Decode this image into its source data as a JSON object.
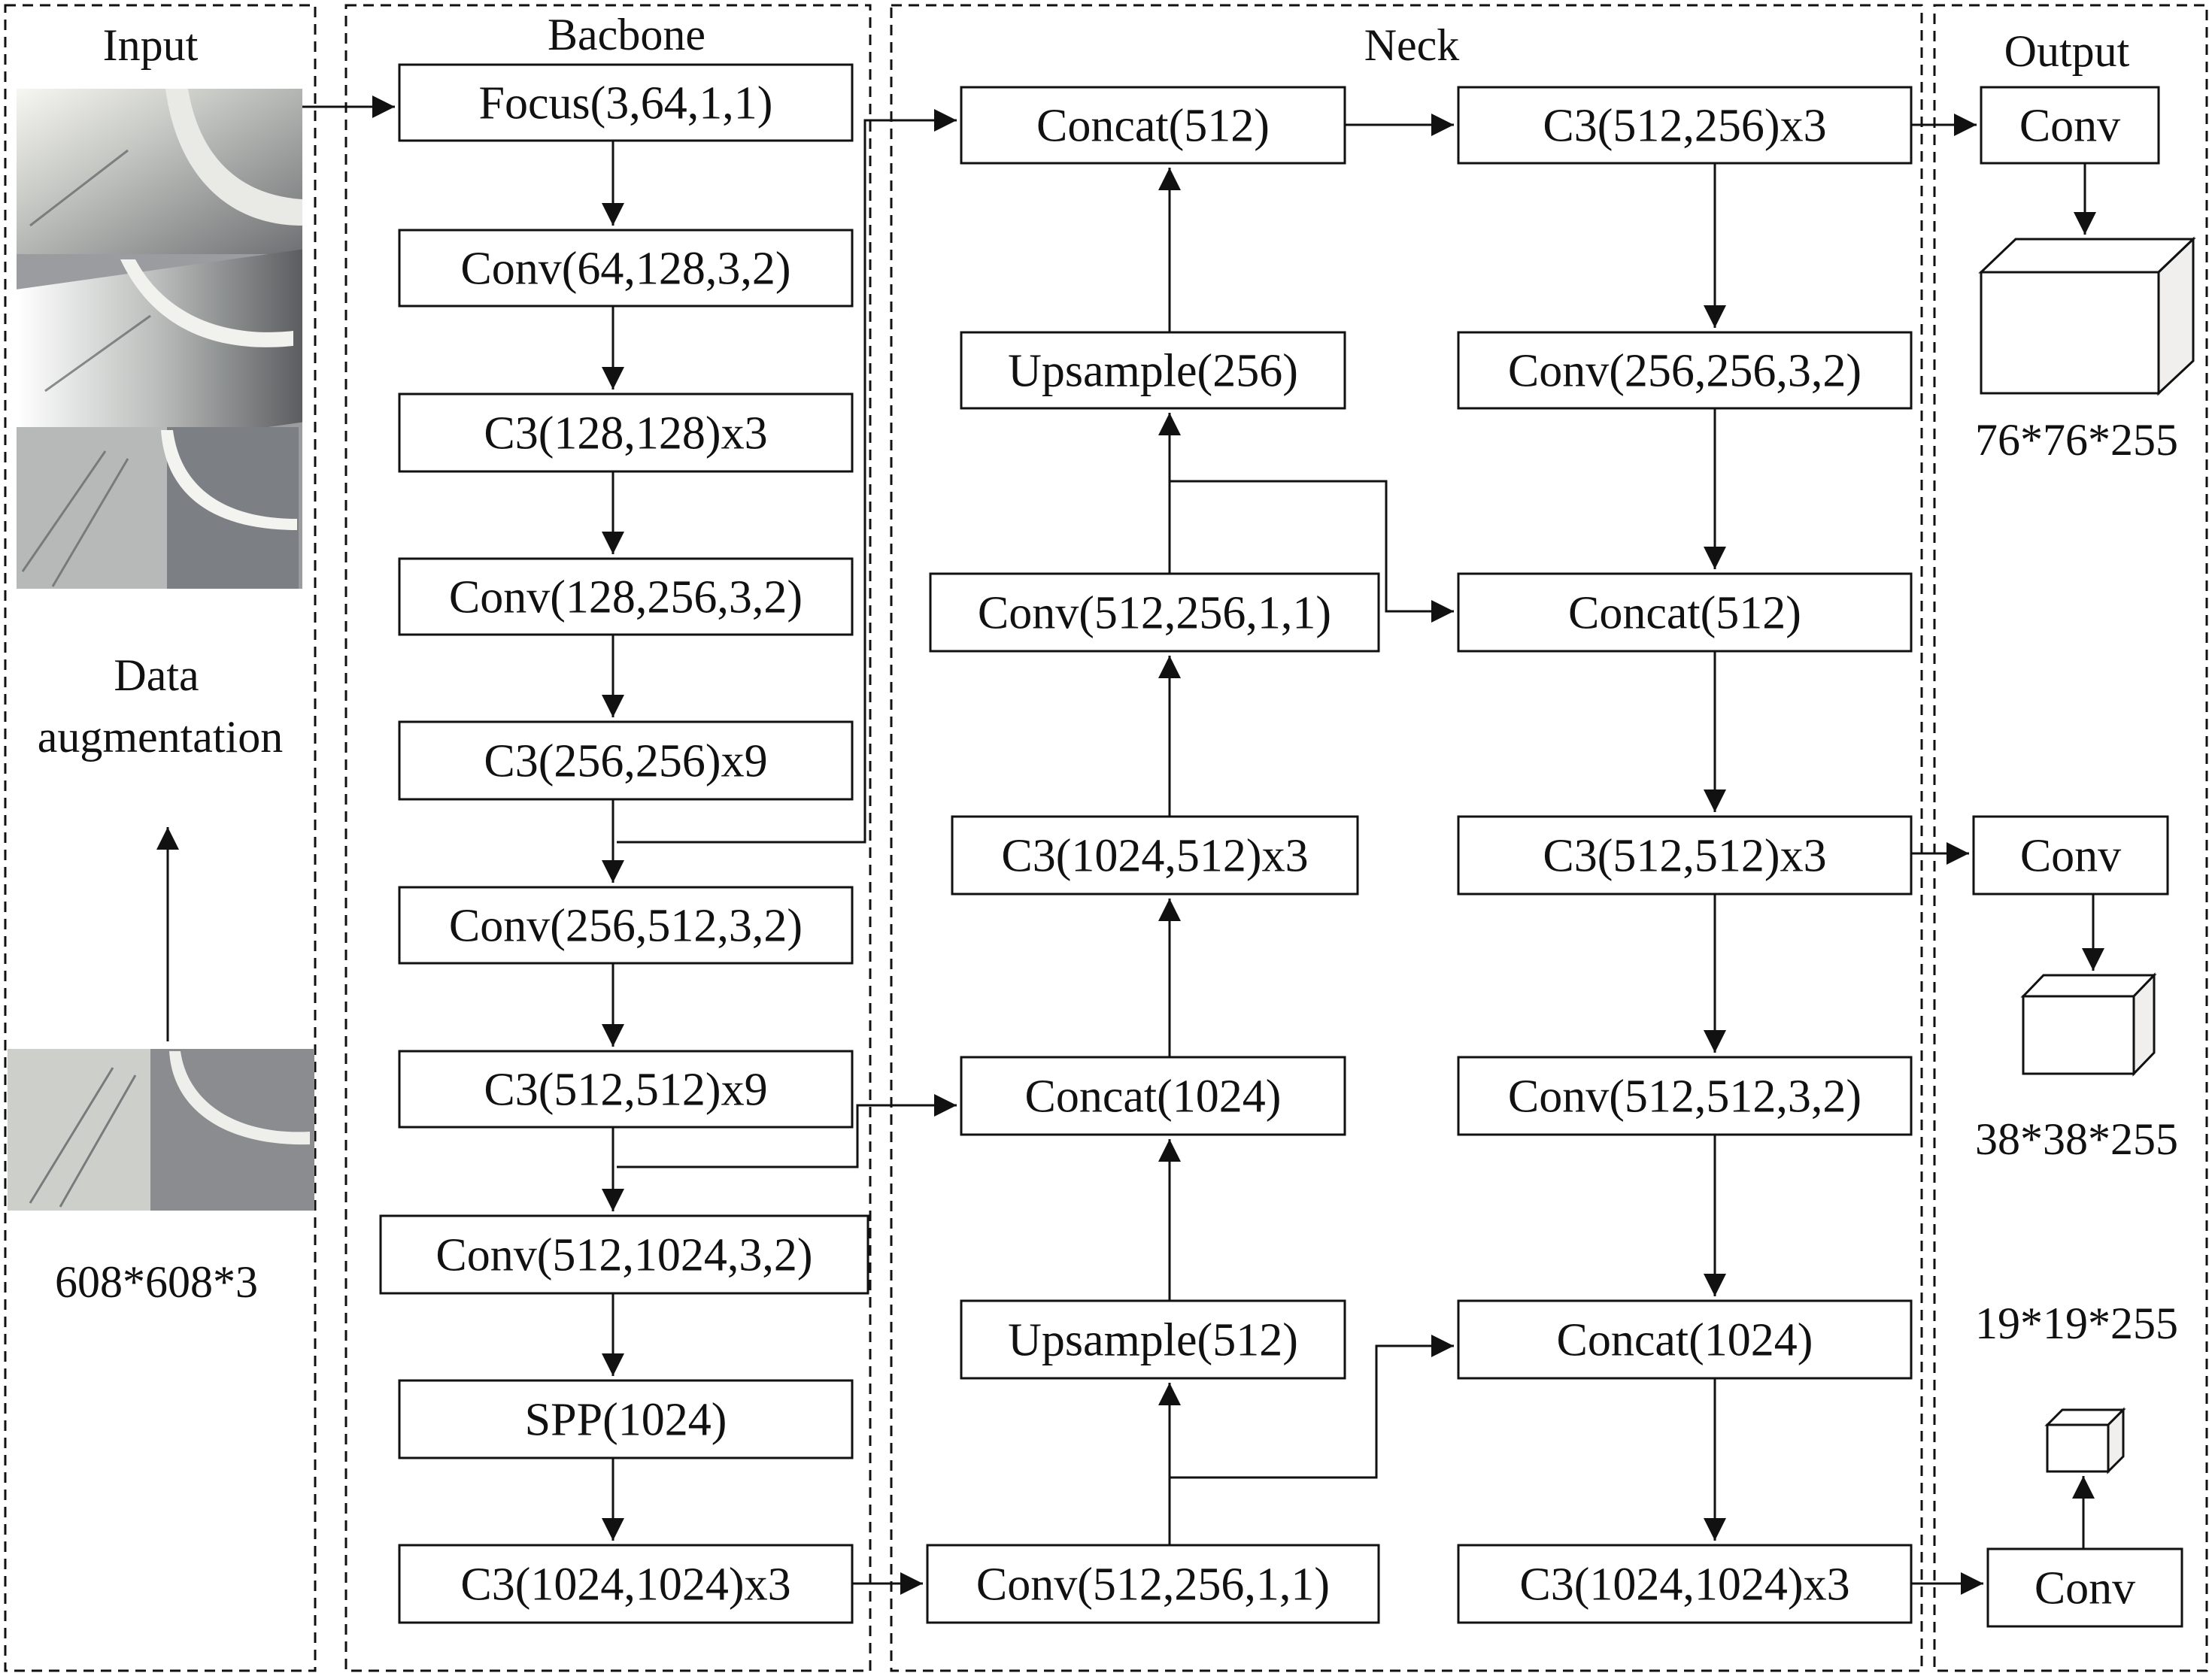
{
  "sections": {
    "input": "Input",
    "backbone": "Bacbone",
    "neck": "Neck",
    "output": "Output"
  },
  "input_panel": {
    "augment_line1": "Data",
    "augment_line2": "augmentation",
    "input_size": "608*608*3",
    "mosaic_image": "augmented tunnel image collage",
    "source_image": "tunnel image"
  },
  "backbone": [
    "Focus(3,64,1,1)",
    "Conv(64,128,3,2)",
    "C3(128,128)x3",
    "Conv(128,256,3,2)",
    "C3(256,256)x9",
    "Conv(256,512,3,2)",
    "C3(512,512)x9",
    "Conv(512,1024,3,2)",
    "SPP(1024)",
    "C3(1024,1024)x3"
  ],
  "neck_left": [
    "Concat(512)",
    "Upsample(256)",
    "Conv(512,256,1,1)",
    "C3(1024,512)x3",
    "Concat(1024)",
    "Upsample(512)",
    "Conv(512,256,1,1)"
  ],
  "neck_right": [
    "C3(512,256)x3",
    "Conv(256,256,3,2)",
    "Concat(512)",
    "C3(512,512)x3",
    "Conv(512,512,3,2)",
    "Concat(1024)",
    "C3(1024,1024)x3"
  ],
  "output": {
    "conv_labels": [
      "Conv",
      "Conv",
      "Conv"
    ],
    "dims": [
      "76*76*255",
      "38*38*255",
      "19*19*255"
    ]
  },
  "colors": {
    "stroke": "#111111",
    "text": "#111111",
    "cube_side": "#f1eeee",
    "photo": "#8d8f93"
  }
}
